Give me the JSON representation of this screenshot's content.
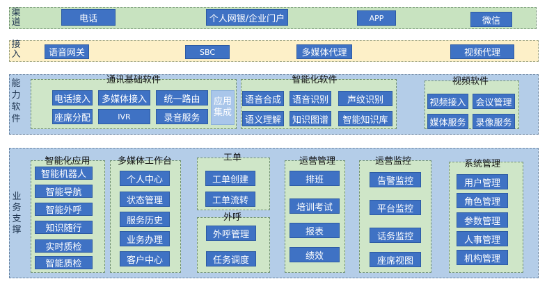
{
  "channels": {
    "label": "渠道",
    "items": [
      "电话",
      "个人网银/企业门户",
      "APP",
      "微信"
    ]
  },
  "access": {
    "label": "接入",
    "items": [
      "语音网关",
      "SBC",
      "多媒体代理",
      "视频代理"
    ]
  },
  "capability": {
    "label": "能力软件",
    "comm": {
      "title": "通讯基础软件",
      "items": [
        "电话接入",
        "多媒体接入",
        "统一路由",
        "座席分配",
        "IVR",
        "录音服务"
      ],
      "integration": "应用集成"
    },
    "smart": {
      "title": "智能化软件",
      "items": [
        "语音合成",
        "语音识别",
        "声纹识别",
        "语义理解",
        "知识图谱",
        "智能知识库"
      ]
    },
    "video": {
      "title": "视频软件",
      "items": [
        "视频接入",
        "会议管理",
        "媒体服务",
        "录像服务"
      ]
    }
  },
  "business": {
    "label": "业务支撑",
    "smart_apps": {
      "title": "智能化应用",
      "items": [
        "智能机器人",
        "智能导航",
        "智能外呼",
        "知识随行",
        "实时质检",
        "智能质检"
      ]
    },
    "workbench": {
      "title": "多媒体工作台",
      "items": [
        "个人中心",
        "状态管理",
        "服务历史",
        "业务办理",
        "客户中心"
      ]
    },
    "ticket": {
      "title": "工单",
      "items": [
        "工单创建",
        "工单流转"
      ]
    },
    "outbound": {
      "title": "外呼",
      "items": [
        "外呼管理",
        "任务调度"
      ]
    },
    "ops_mgmt": {
      "title": "运营管理",
      "items": [
        "排班",
        "培训考试",
        "报表",
        "绩效"
      ]
    },
    "ops_monitor": {
      "title": "运营监控",
      "items": [
        "告警监控",
        "平台监控",
        "话务监控",
        "座席视图"
      ]
    },
    "sys_mgmt": {
      "title": "系统管理",
      "items": [
        "用户管理",
        "角色管理",
        "参数管理",
        "人事管理",
        "机构管理"
      ]
    }
  }
}
